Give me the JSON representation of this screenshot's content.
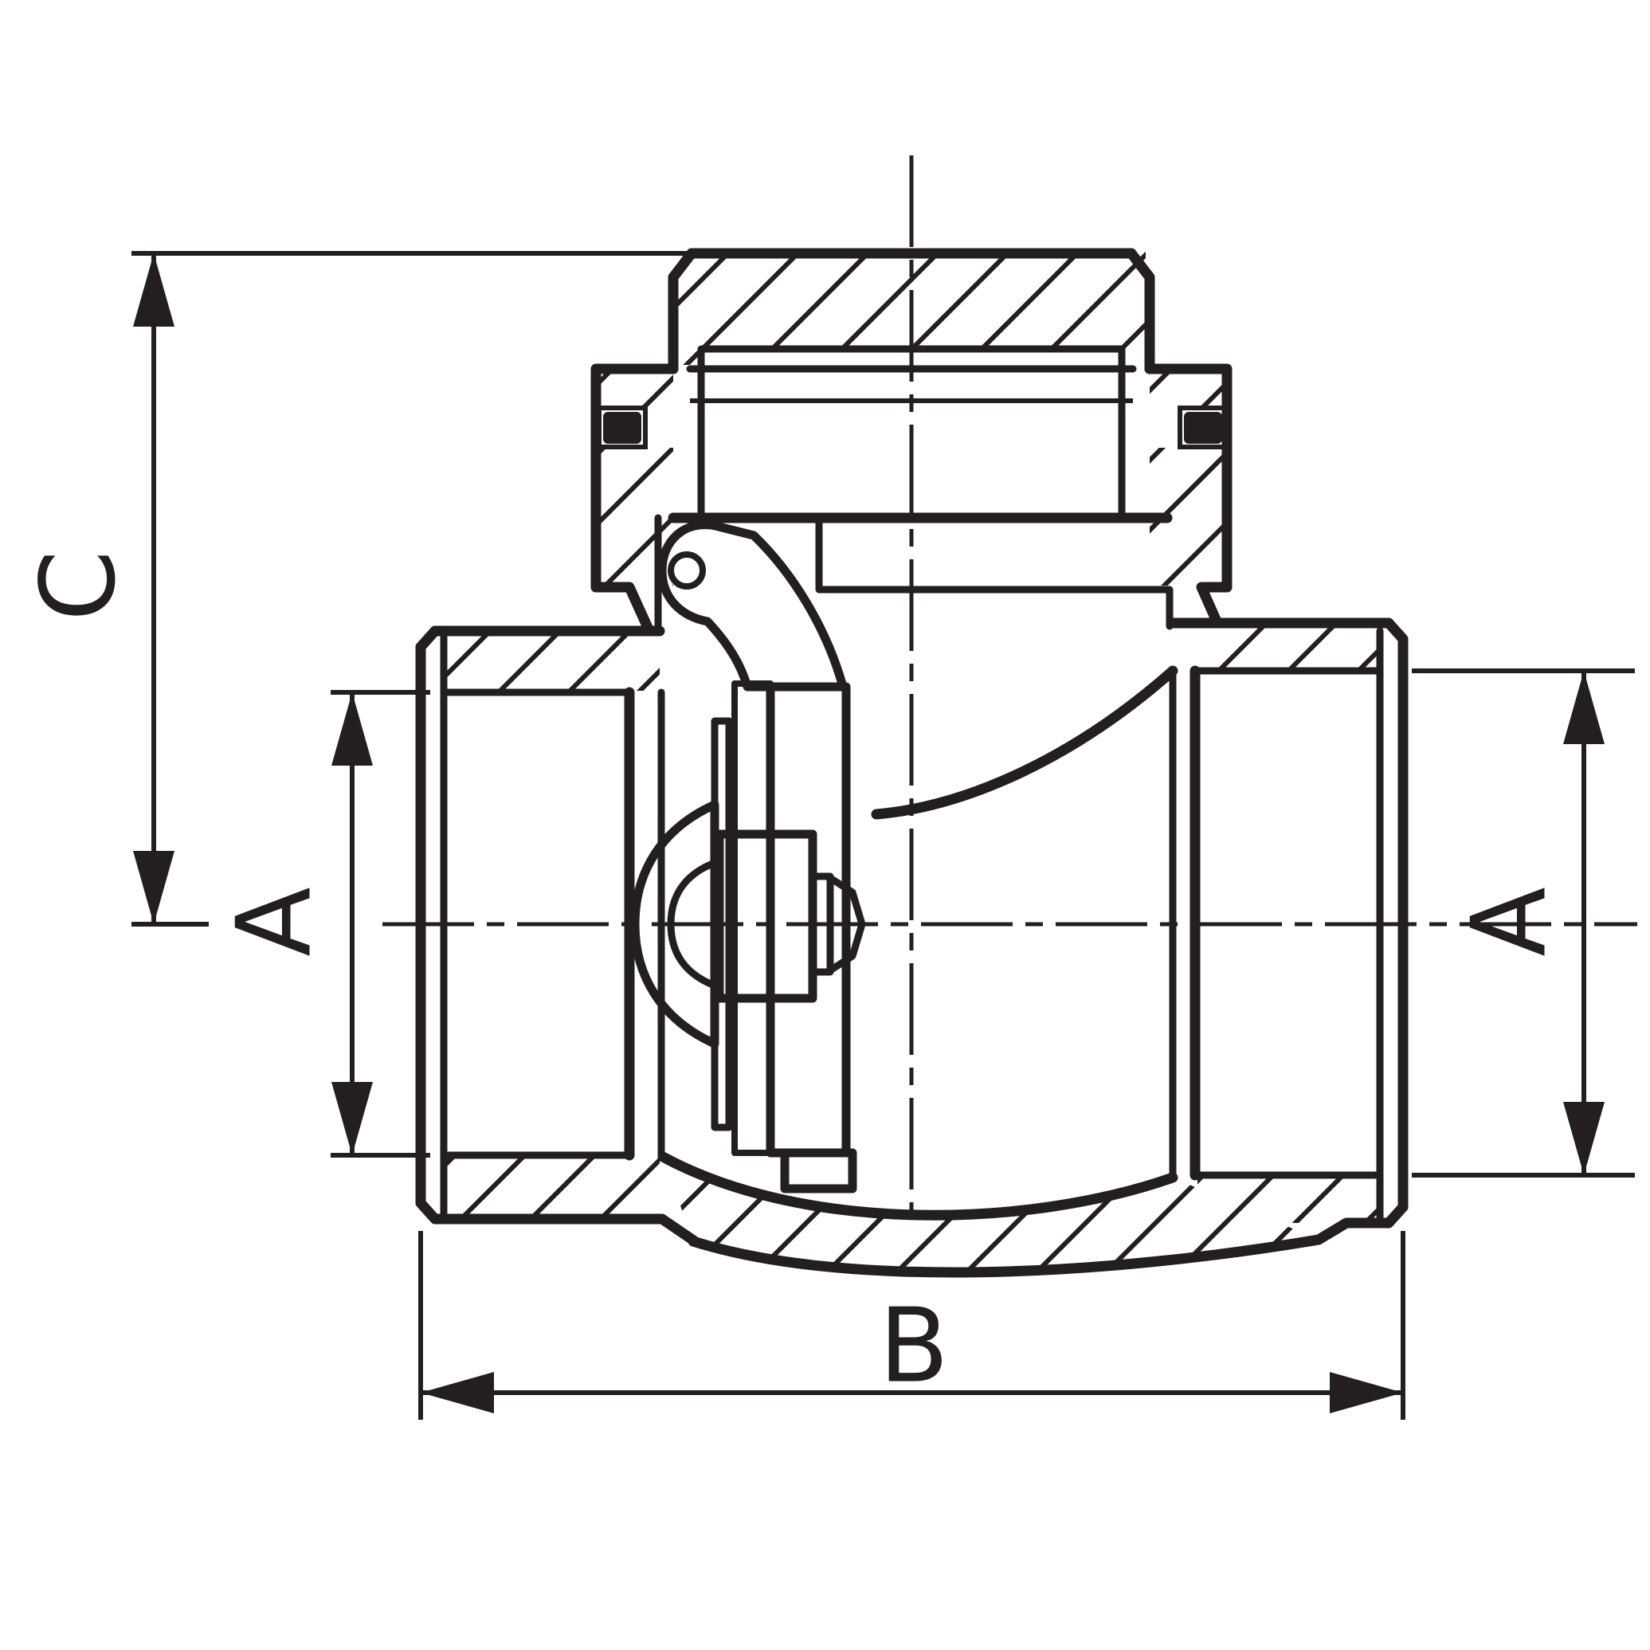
{
  "drawing": {
    "figure_type": "engineering_section_drawing",
    "subject": "swing-check-valve-cross-section",
    "background_color": "#ffffff",
    "line_color": "#231f20",
    "dimension_labels": {
      "height_from_axis": "C",
      "bore_left": "A",
      "bore_right": "A",
      "face_to_face_length": "B"
    }
  }
}
